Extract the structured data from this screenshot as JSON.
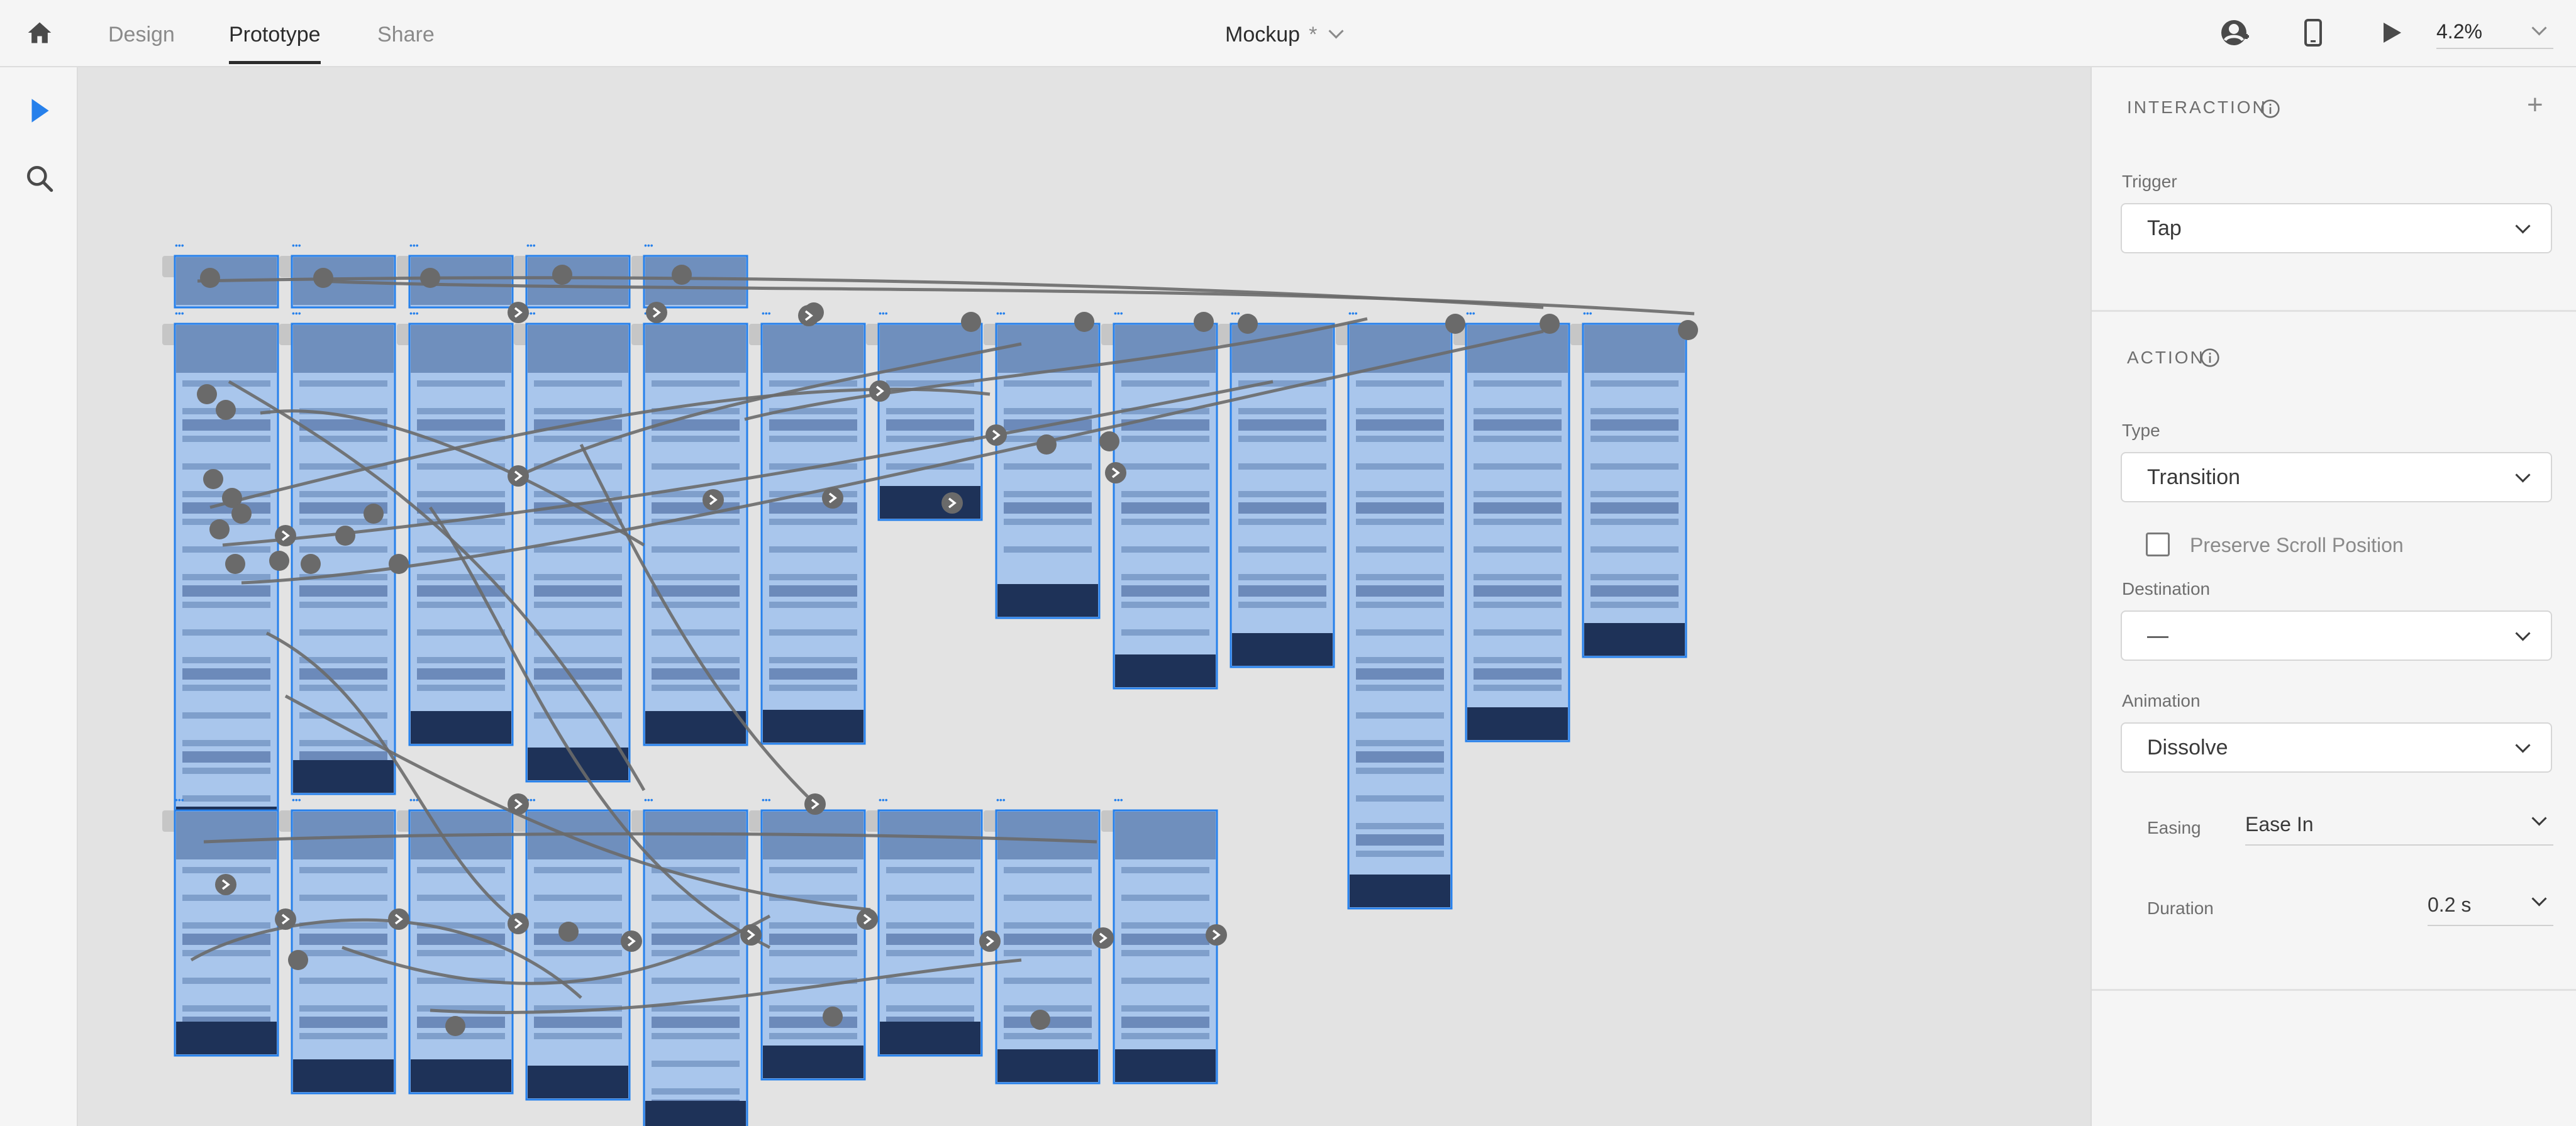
{
  "app": {
    "tabs": [
      {
        "label": "Design"
      },
      {
        "label": "Prototype"
      },
      {
        "label": "Share"
      }
    ],
    "active_tab": "Prototype",
    "document": {
      "title": "Mockup",
      "modified_marker": "*"
    },
    "zoom": "4.2%"
  },
  "panel": {
    "interaction_title": "INTERACTION",
    "trigger_label": "Trigger",
    "trigger_value": "Tap",
    "action_title": "ACTION",
    "type_label": "Type",
    "type_value": "Transition",
    "preserve_scroll_label": "Preserve Scroll Position",
    "preserve_scroll_checked": false,
    "destination_label": "Destination",
    "destination_value": "—",
    "animation_label": "Animation",
    "animation_value": "Dissolve",
    "easing_label": "Easing",
    "easing_value": "Ease In",
    "duration_label": "Duration",
    "duration_value": "0.2 s"
  },
  "colors": {
    "accent": "#2680eb",
    "artboard_fill": "#a9c6ec",
    "artboard_dark": "#1e3258",
    "wire": "#6a6a6a",
    "panel_bg": "#f5f5f5"
  },
  "icons": [
    "home-icon",
    "select-arrow-icon",
    "zoom-search-icon",
    "user-account-icon",
    "device-preview-icon",
    "play-icon",
    "info-icon",
    "plus-icon",
    "chevron-down-icon"
  ]
}
